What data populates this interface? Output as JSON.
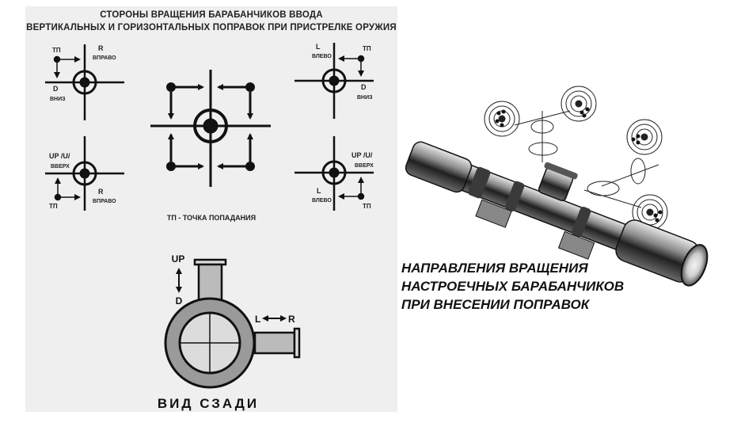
{
  "title_line1": "СТОРОНЫ ВРАЩЕНИЯ БАРАБАНЧИКОВ ВВОДА",
  "title_line2": "ВЕРТИКАЛЬНЫХ И ГОРИЗОНТАЛЬНЫХ ПОПРАВОК ПРИ ПРИСТРЕЛКЕ ОРУЖИЯ",
  "quadrants": {
    "top_left": {
      "tp": "ТП",
      "dir1": "R",
      "dir1_sub": "ВПРАВО",
      "dir2": "D",
      "dir2_sub": "ВНИЗ"
    },
    "top_right": {
      "tp": "ТП",
      "dir1": "L",
      "dir1_sub": "ВЛЕВО",
      "dir2": "D",
      "dir2_sub": "ВНИЗ"
    },
    "bottom_left": {
      "tp": "ТП",
      "dir1": "UP /U/",
      "dir1_sub": "ВВЕРХ",
      "dir2": "R",
      "dir2_sub": "ВПРАВО"
    },
    "bottom_right": {
      "tp": "ТП",
      "dir1": "UP /U/",
      "dir1_sub": "ВВЕРХ",
      "dir2": "L",
      "dir2_sub": "ВЛЕВО"
    }
  },
  "legend": "ТП - ТОЧКА ПОПАДАНИЯ",
  "rear_view": {
    "up": "UP",
    "down": "D",
    "left": "L",
    "right": "R",
    "label": "ВИД СЗАДИ"
  },
  "caption": [
    "НАПРАВЛЕНИЯ ВРАЩЕНИЯ",
    "НАСТРОЕЧНЫХ БАРАБАНЧИКОВ",
    "ПРИ ВНЕСЕНИИ ПОПРАВОК"
  ]
}
